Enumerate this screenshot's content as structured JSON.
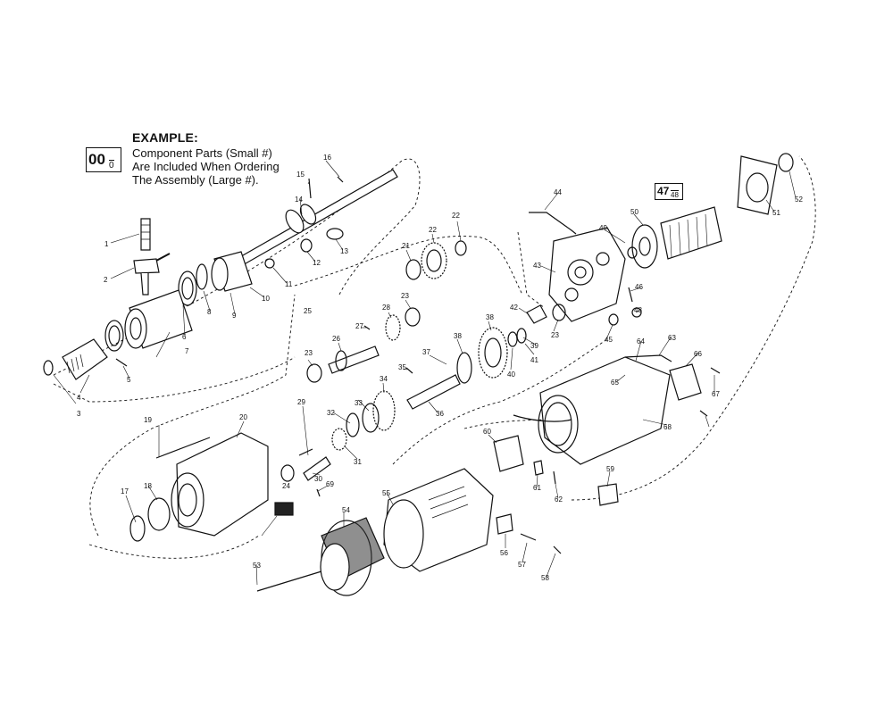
{
  "example": {
    "title": "EXAMPLE:",
    "lines": [
      "Component Parts (Small #)",
      "Are Included When Ordering",
      "The Assembly (Large #)."
    ],
    "box_large": "00",
    "box_small": "0"
  },
  "assembly_box": {
    "large": "47",
    "small": "48"
  },
  "callouts": [
    "1",
    "2",
    "3",
    "4",
    "5",
    "6",
    "7",
    "8",
    "9",
    "10",
    "11",
    "12",
    "13",
    "14",
    "15",
    "16",
    "17",
    "18",
    "19",
    "20",
    "21",
    "22",
    "22",
    "23",
    "23",
    "23",
    "24",
    "25",
    "26",
    "27",
    "28",
    "29",
    "30",
    "31",
    "32",
    "33",
    "34",
    "35",
    "36",
    "37",
    "38",
    "38",
    "39",
    "40",
    "41",
    "42",
    "43",
    "44",
    "45",
    "46",
    "48",
    "49",
    "50",
    "51",
    "52",
    "53",
    "54",
    "55",
    "56",
    "57",
    "58",
    "59",
    "60",
    "61",
    "62",
    "63",
    "64",
    "65",
    "66",
    "67",
    "68",
    "69"
  ]
}
